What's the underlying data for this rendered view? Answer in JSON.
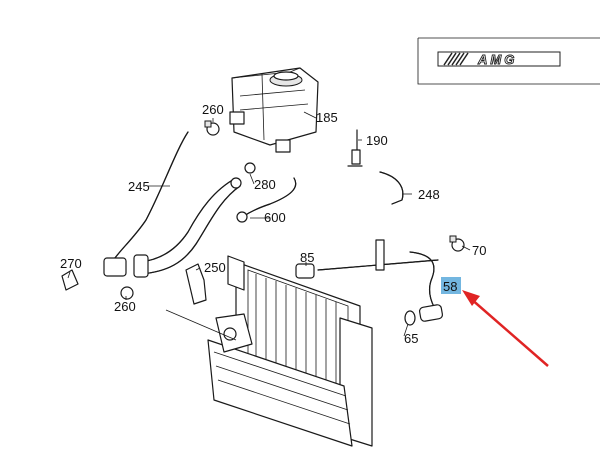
{
  "diagram": {
    "logo_text": "AMG",
    "highlighted_part": "58",
    "accent_color": "#5aa9db",
    "arrow_color": "#e02424",
    "labels": {
      "p260a": "260",
      "p185": "185",
      "p190": "190",
      "p245": "245",
      "p280": "280",
      "p248": "248",
      "p600": "600",
      "p85": "85",
      "p70": "70",
      "p270": "270",
      "p250": "250",
      "p58": "58",
      "p260b": "260",
      "p65": "65"
    }
  }
}
